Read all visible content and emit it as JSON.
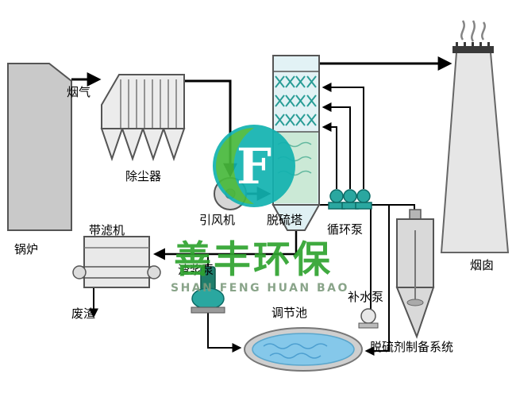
{
  "diagram": {
    "labels": {
      "boiler": "锅炉",
      "flue_gas": "烟气",
      "dust_collector": "除尘器",
      "id_fan": "引风机",
      "desulfurization_tower": "脱硫塔",
      "circulation_pump": "循环泵",
      "chimney": "烟囱",
      "belt_filter": "带滤机",
      "waste_residue": "废渣",
      "slurry_pump": "渣浆泵",
      "regulating_pool": "调节池",
      "water_supply_pump": "补水泵",
      "desulfurizer_prep_system": "脱硫剂制备系统"
    },
    "watermark": {
      "company_cn": "善丰环保",
      "company_en": "SHAN FENG HUAN BAO",
      "logo_letter": "F"
    },
    "colors": {
      "pipe_line": "#000000",
      "equipment_fill": "#d9d9d9",
      "equipment_stroke": "#555555",
      "tower_fill": "#e2f2f5",
      "pump_teal": "#2aa7a0",
      "pool_water": "#85c8ea",
      "watermark_green": "#2fa32f",
      "logo_teal": "#12b2b0",
      "logo_green": "#48b93c"
    }
  }
}
